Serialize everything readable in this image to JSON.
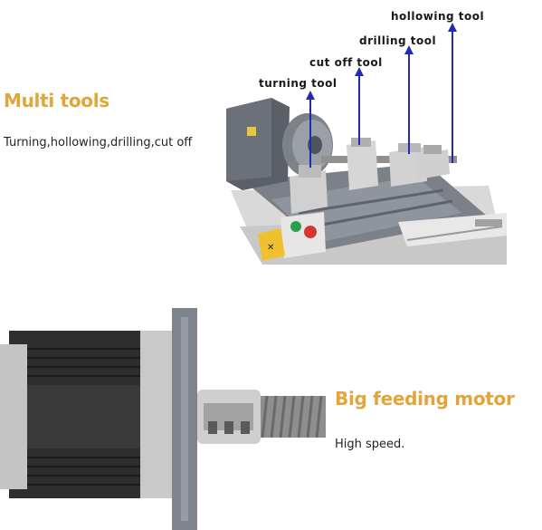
{
  "section_tools": {
    "heading": "Multi tools",
    "description": "Turning,hollowing,drilling,cut off"
  },
  "tool_labels": {
    "hollowing": "hollowing tool",
    "drilling": "drilling tool",
    "cut_off": "cut off tool",
    "turning": "turning tool"
  },
  "section_motor": {
    "heading": "Big feeding motor",
    "description": "High speed."
  },
  "colors": {
    "accent": "#e3a53a",
    "arrow": "#1f2bb5"
  }
}
